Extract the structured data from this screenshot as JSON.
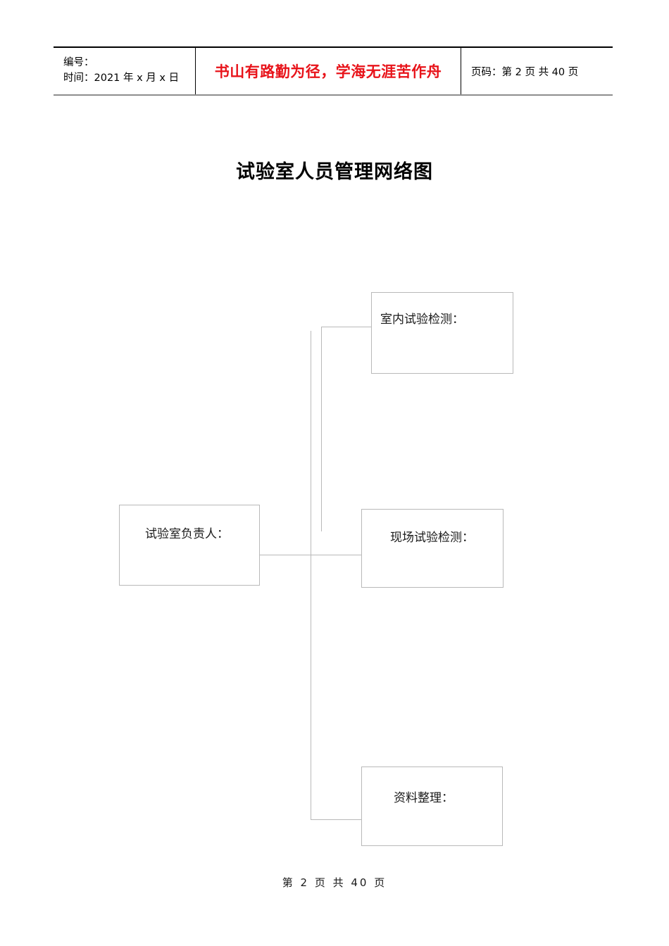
{
  "header": {
    "id_label": "编号：",
    "time_label": "时间：",
    "time_value": "2021 年 x 月 x 日",
    "slogan": "书山有路勤为径，学海无涯苦作舟",
    "slogan_color": "#e8131a",
    "page_label": "页码：",
    "page_current": "第 2 页",
    "page_total": "共 40 页"
  },
  "title": "试验室人员管理网络图",
  "diagram": {
    "nodes": [
      {
        "id": "lead",
        "label": "试验室负责人："
      },
      {
        "id": "indoor",
        "label": "室内试验检测："
      },
      {
        "id": "field",
        "label": "现场试验检测："
      },
      {
        "id": "archive",
        "label": "资料整理："
      }
    ],
    "line_color": "#b9b9b9",
    "border_color": "#b9b9b9"
  },
  "footer": {
    "text": "第 2 页 共 40 页"
  }
}
